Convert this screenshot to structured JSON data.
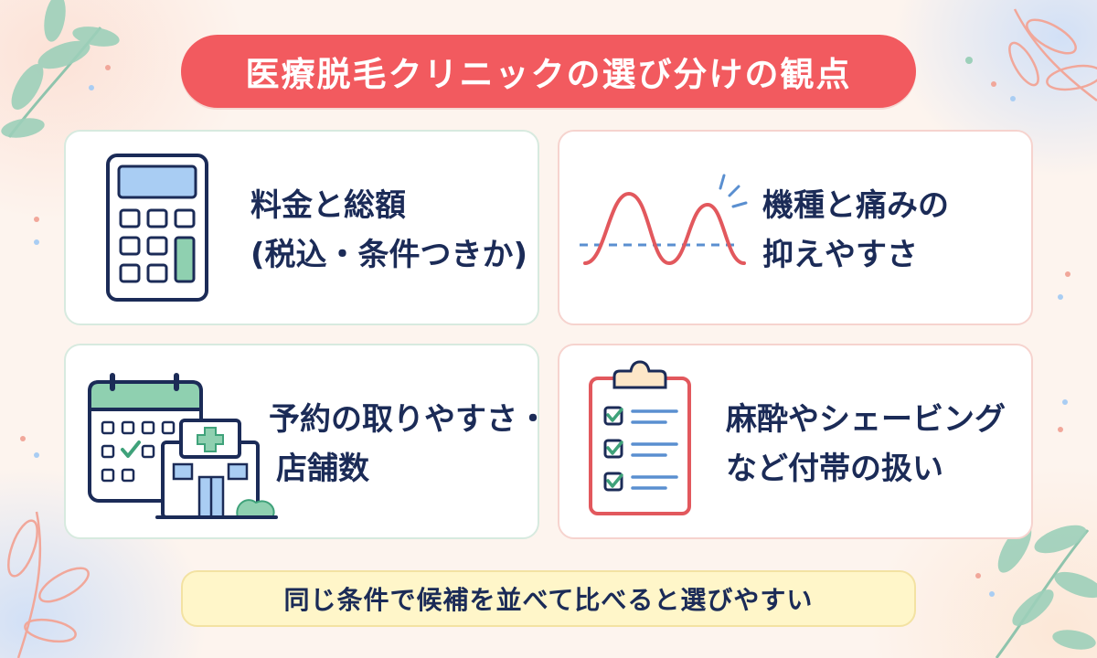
{
  "title": "医療脱毛クリニックの選び分けの観点",
  "cards": [
    {
      "line1": "料金と総額",
      "line2": "(税込・条件つきか)",
      "icon": "calculator-icon"
    },
    {
      "line1": "機種と痛みの",
      "line2": "抑えやすさ",
      "icon": "pain-wave-icon"
    },
    {
      "line1": "予約の取りやすさ・",
      "line2": "店舗数",
      "icon": "calendar-clinic-icon"
    },
    {
      "line1": "麻酔やシェービング",
      "line2": "など付帯の扱い",
      "icon": "checklist-clipboard-icon"
    }
  ],
  "footer": "同じ条件で候補を並べて比べると選びやすい",
  "colors": {
    "accent": "#f25a5f",
    "text": "#1b2b57",
    "green": "#7fc7a8",
    "blue": "#a9cdf3",
    "footer_bg": "#fff6c9"
  }
}
